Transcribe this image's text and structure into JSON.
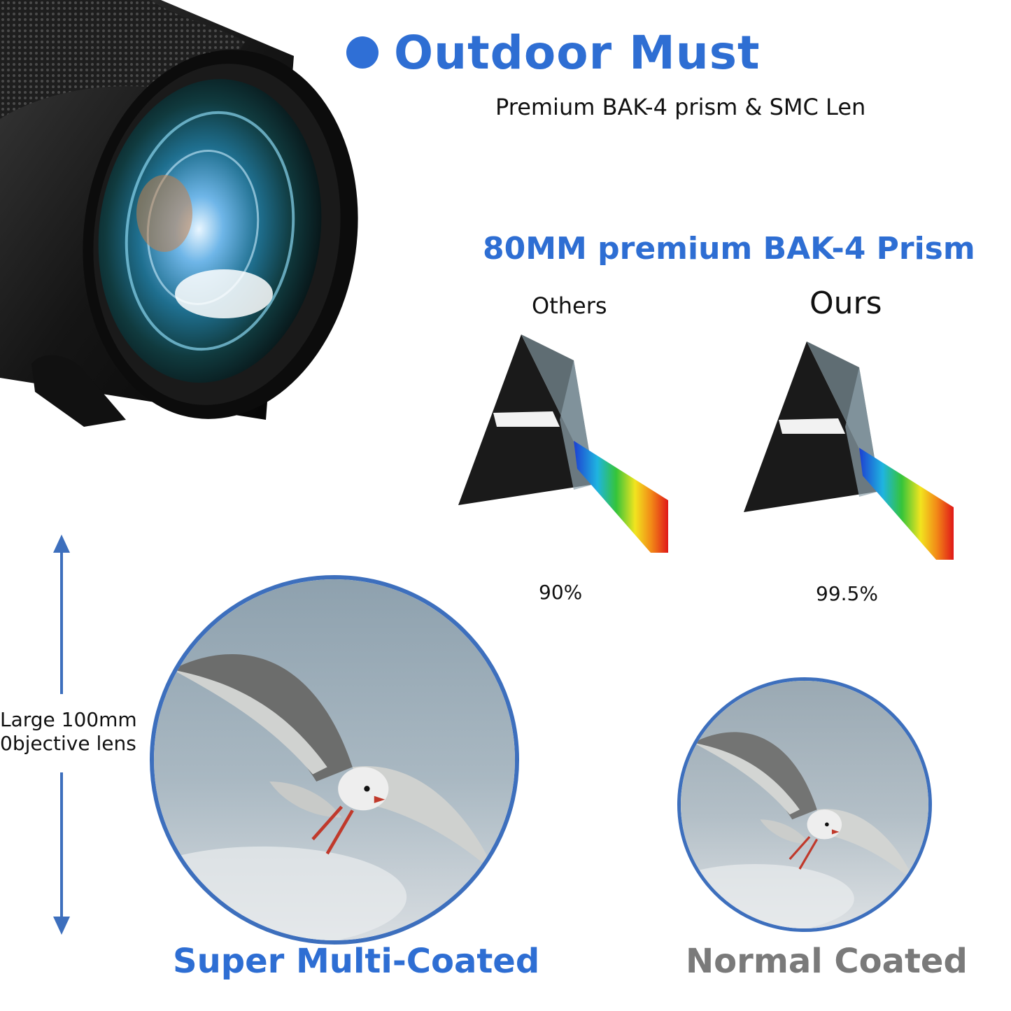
{
  "header": {
    "title": "Outdoor Must",
    "subtitle": "Premium BAK-4 prism & SMC Len"
  },
  "prism_section": {
    "title": "80MM premium BAK-4 Prism",
    "others_label": "Others",
    "ours_label": "Ours",
    "others_value": "90%",
    "ours_value": "99.5%"
  },
  "lens_dimension": {
    "line1": "Large 100mm",
    "line2": "0bjective lens"
  },
  "captions": {
    "super_multi_coated": "Super Multi-Coated",
    "normal_coated": "Normal Coated"
  },
  "colors": {
    "accent_blue": "#2e6ed3",
    "circle_border": "#3d6fbd",
    "normal_caption_gray": "#7a7a7a"
  }
}
